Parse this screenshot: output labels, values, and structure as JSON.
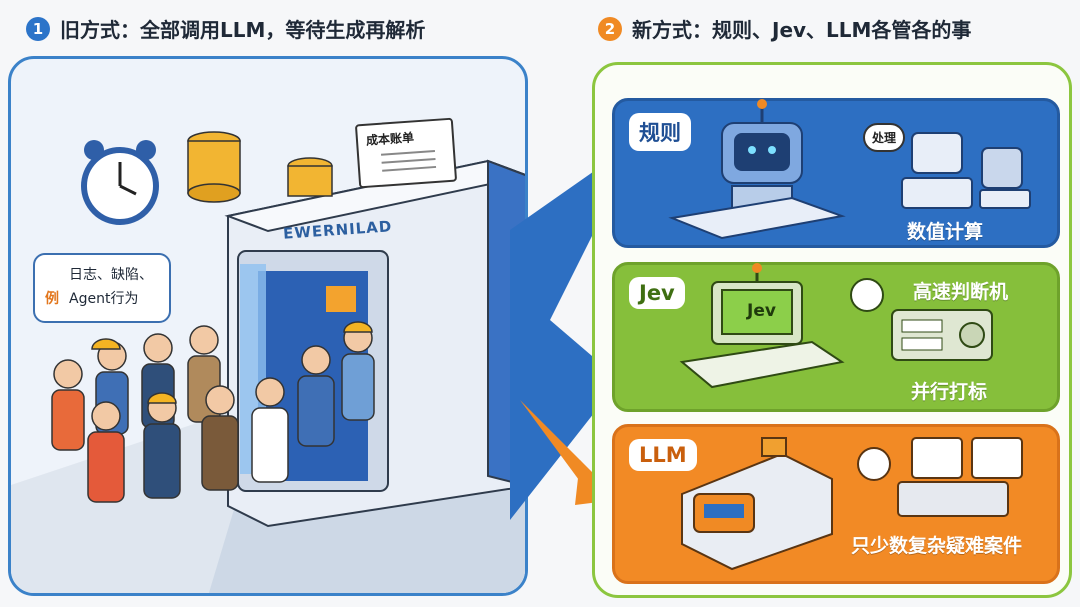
{
  "headings": {
    "old_num": "1",
    "old_title": "旧方式：全部调用LLM，等待生成再解析",
    "new_num": "2",
    "new_title": "新方式：规则、Jev、LLM各管各的事"
  },
  "old": {
    "bill_title": "成本账单",
    "machine_brand": "EWERNILAD",
    "bubble_line1": "日志、缺陷、",
    "bubble_prefix": "例",
    "bubble_line2": "Agent行为"
  },
  "cards": {
    "rule": {
      "tag": "规则",
      "bubble": "处理",
      "caption": "数值计算"
    },
    "jev": {
      "tag": "Jev",
      "screen": "Jev",
      "caption_top": "高速判断机",
      "caption_bottom": "并行打标"
    },
    "llm": {
      "tag": "LLM",
      "caption": "只少数复杂疑难案件"
    }
  },
  "colors": {
    "blue": "#2d6fc2",
    "green": "#86bf3b",
    "orange": "#f28a25",
    "panel_old_border": "#3b82c9",
    "panel_new_border": "#8cc63f"
  }
}
